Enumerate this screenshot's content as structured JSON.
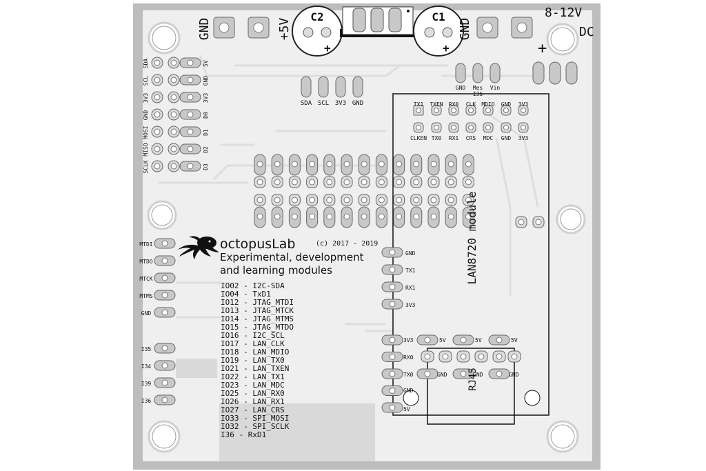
{
  "power": {
    "gnd_left": "GND",
    "plus5v": "+5V",
    "c2": "C2",
    "c1": "C1",
    "gnd_right": "GND",
    "dc_voltage": "8-12V",
    "dc": "DC",
    "plus": "+",
    "cap_plus": "+"
  },
  "reg_labels": [
    "GND",
    "Mes",
    "I36",
    "Vin"
  ],
  "i2c_row": [
    "SDA",
    "SCL",
    "3V3",
    "GND"
  ],
  "left_header": {
    "left": [
      "SDA",
      "SCL",
      "3V3",
      "GND",
      "MOSI",
      "MISO",
      "SCLK"
    ],
    "right": [
      "5V",
      "GND",
      "3V3",
      "D0",
      "D1",
      "D2",
      "D3"
    ]
  },
  "lan_pins": {
    "top": [
      "TX1",
      "TXEN",
      "RX0",
      "CLK",
      "MDIO",
      "GND",
      "3V3"
    ],
    "bottom": [
      "CLKEN",
      "TX0",
      "RX1",
      "CRS",
      "MDC",
      "GND",
      "3V3"
    ],
    "module_label": "LAN8720 module"
  },
  "brand": {
    "name": "octopusLab",
    "copyright": "(c) 2017 - 2019",
    "tagline1": "Experimental, development",
    "tagline2": "and learning modules"
  },
  "jtag": [
    "MTDI",
    "MTDO",
    "MTCK",
    "MTMS",
    "GND"
  ],
  "inputs": [
    "I35",
    "I34",
    "I39",
    "I36"
  ],
  "io_map": [
    "IO02 - I2C-SDA",
    "IO04 - TxD1",
    "IO12 - JTAG_MTDI",
    "IO13 - JTAG_MTCK",
    "IO14 - JTAG_MTMS",
    "IO15 - JTAG_MTDO",
    "IO16 - I2C_SCL",
    "IO17 - LAN_CLK",
    "IO18 - LAN_MDIO",
    "IO19 - LAN_TX0",
    "IO21 - LAN_TXEN",
    "IO22 - LAN_TX1",
    "IO23 - LAN_MDC",
    "IO25 - LAN_RX0",
    "IO26 - LAN_RX1",
    "IO27 - LAN_CRS",
    "IO33 - SPI_MOSI",
    "IO32 - SPI_SCLK",
    "I36 - RxD1"
  ],
  "uart_pins": [
    "GND",
    "TX1",
    "RX1",
    "3V3"
  ],
  "rj45": {
    "label": "RJ45",
    "left": [
      "3V3",
      "RX0",
      "TX0",
      "GND",
      "5V"
    ],
    "col1": [
      "5V",
      "",
      "GND"
    ],
    "col2": [
      "5V",
      "",
      "GND"
    ],
    "col3": [
      "5V",
      "",
      "GND"
    ]
  }
}
